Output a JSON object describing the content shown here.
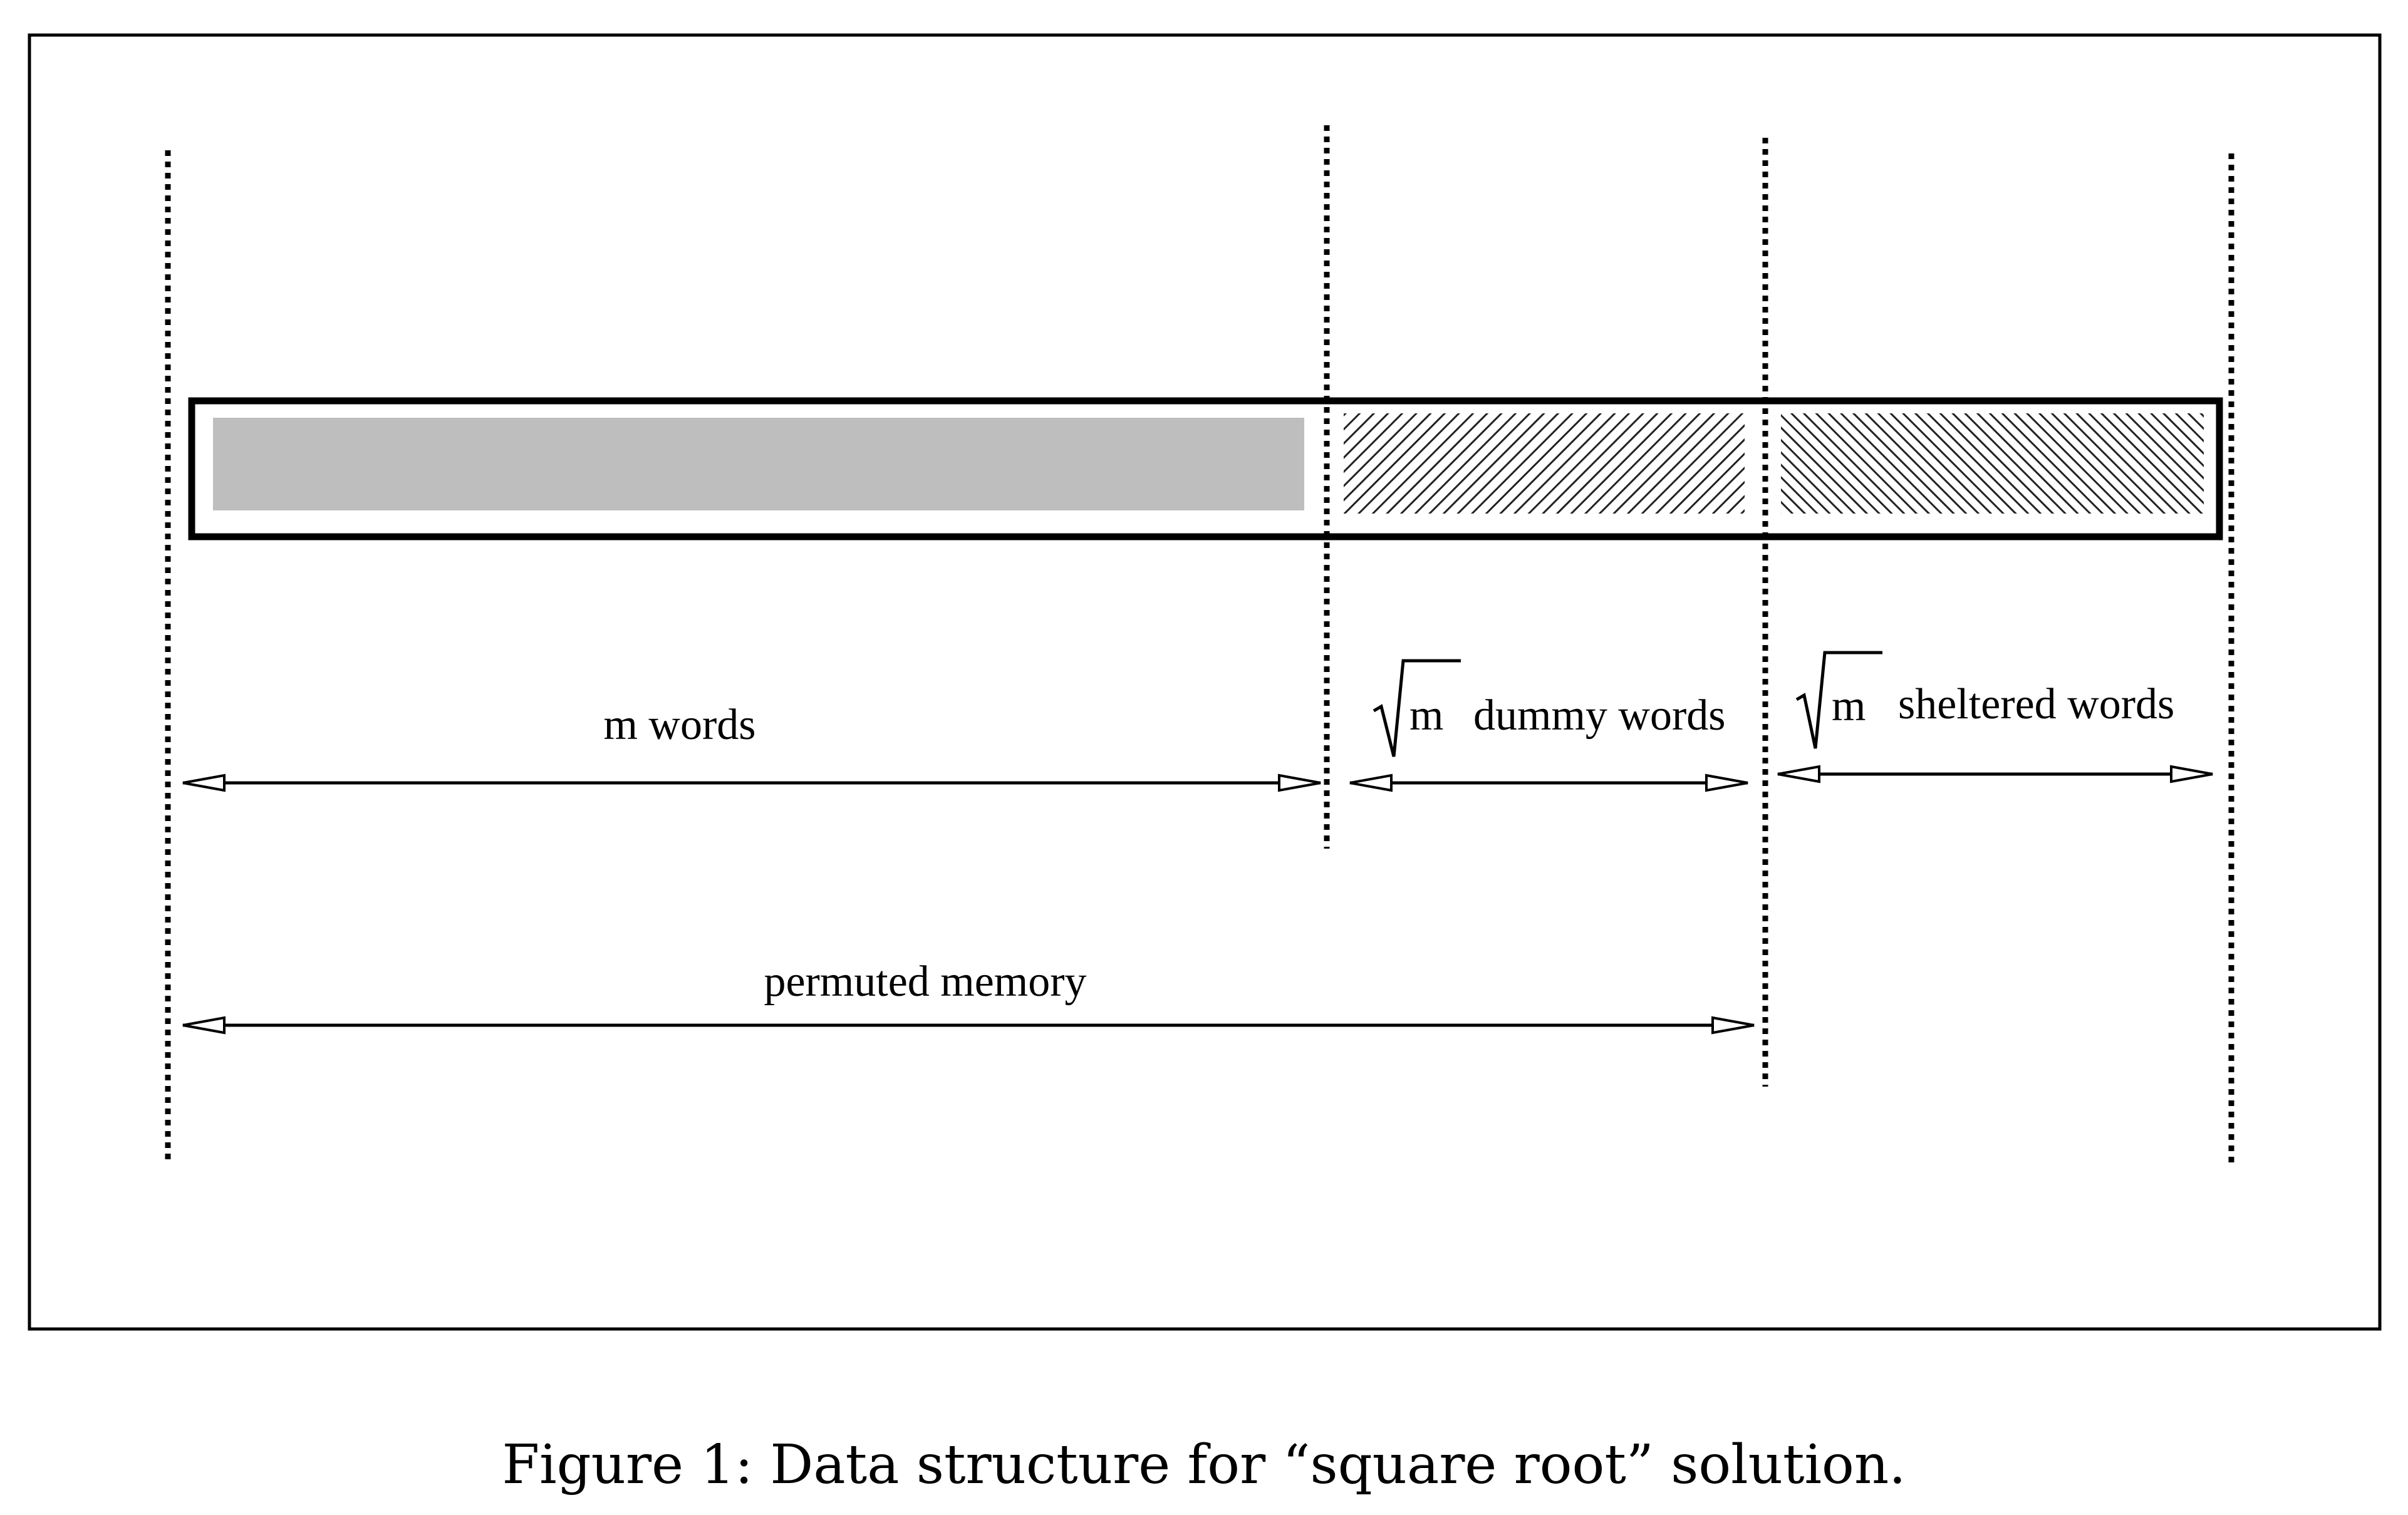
{
  "diagram": {
    "labels": {
      "m_words": "m words",
      "dummy_radicand": "m",
      "dummy_words": "dummy words",
      "sheltered_radicand": "m",
      "sheltered_words": "sheltered words",
      "permuted_memory": "permuted memory"
    },
    "colors": {
      "ink": "#000000",
      "memory_fill": "#bebebe",
      "hatch": "#222222",
      "background": "#ffffff"
    }
  },
  "caption": "Figure 1: Data structure for “square root” solution."
}
